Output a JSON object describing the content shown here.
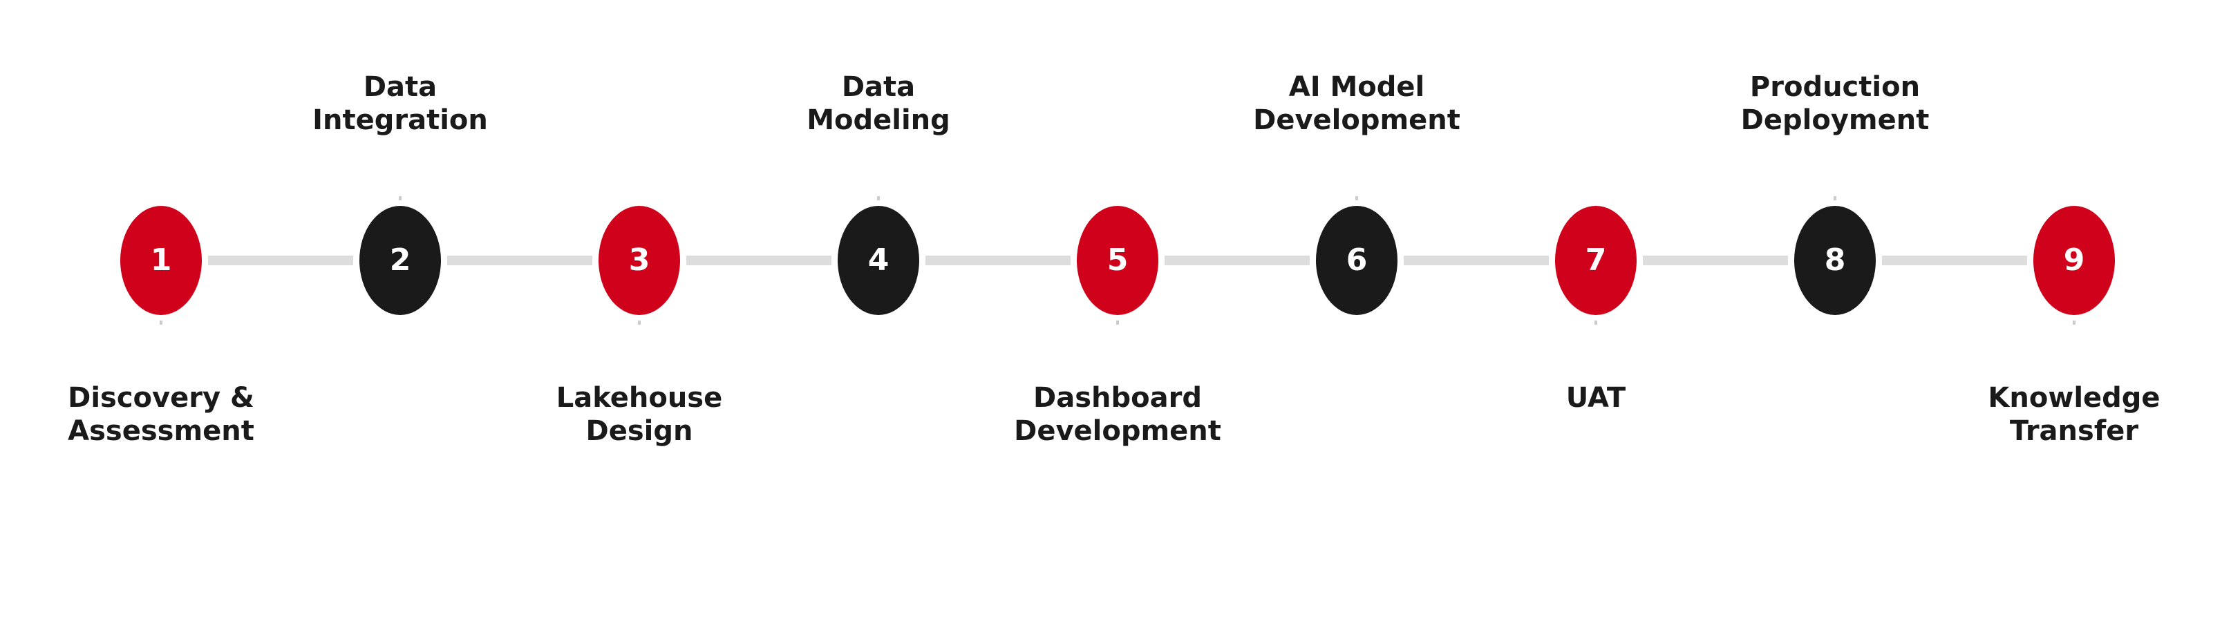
{
  "colors": {
    "accent": "#d0021b",
    "dark": "#1a1a1a",
    "connector": "#dddddd",
    "tick": "#cccccc",
    "text": "#1a1a1a"
  },
  "steps": [
    {
      "number": "1",
      "label": "Discovery &\nAssessment",
      "label_position": "bottom",
      "color": "accent"
    },
    {
      "number": "2",
      "label": "Data\nIntegration",
      "label_position": "top",
      "color": "dark"
    },
    {
      "number": "3",
      "label": "Lakehouse\nDesign",
      "label_position": "bottom",
      "color": "accent"
    },
    {
      "number": "4",
      "label": "Data\nModeling",
      "label_position": "top",
      "color": "dark"
    },
    {
      "number": "5",
      "label": "Dashboard\nDevelopment",
      "label_position": "bottom",
      "color": "accent"
    },
    {
      "number": "6",
      "label": "AI Model\nDevelopment",
      "label_position": "top",
      "color": "dark"
    },
    {
      "number": "7",
      "label": "UAT",
      "label_position": "bottom",
      "color": "accent"
    },
    {
      "number": "8",
      "label": "Production\nDeployment",
      "label_position": "top",
      "color": "dark"
    },
    {
      "number": "9",
      "label": "Knowledge\nTransfer",
      "label_position": "bottom",
      "color": "accent"
    }
  ]
}
